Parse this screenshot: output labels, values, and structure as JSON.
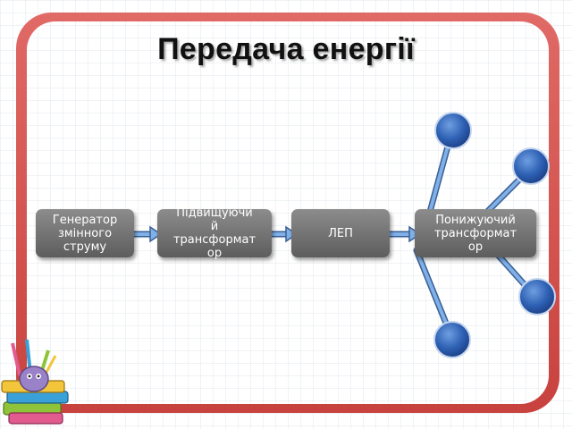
{
  "title": "Передача енергії",
  "blocks": {
    "generator": "Генератор\nзмінного\nструму",
    "step_up": "Підвищуючи\nй\nтрансформат\nор",
    "line": "ЛЕП",
    "step_down": "Понижуючий\nтрансформат\nор"
  },
  "colors": {
    "frame_red": "#d9534f",
    "box_gray": "#6f6f6f",
    "box_teal": "#2a9cbb",
    "arrow_blue": "#4a7cc4",
    "consumer_blue": "#2f62b5"
  }
}
